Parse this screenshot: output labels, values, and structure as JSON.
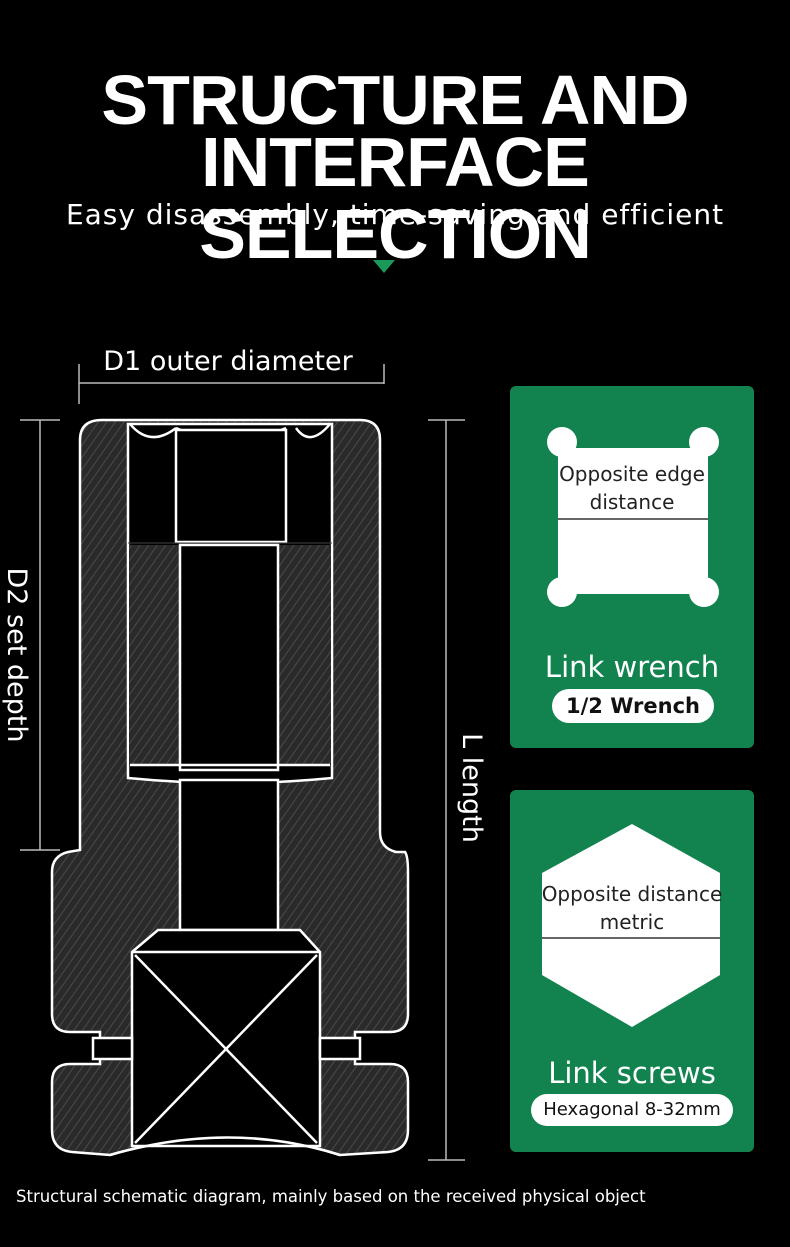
{
  "title_line1": "STRUCTURE AND",
  "title_line2": "INTERFACE SELECTION",
  "subtitle": "Easy disassembly, time-saving and efficient",
  "accent_color": "#1a9a5a",
  "card_color": "#12834f",
  "diagram": {
    "d1_label": "D1 outer diameter",
    "d2_label": "D2 set depth",
    "l_label": "L length"
  },
  "cards": [
    {
      "shape": "square-notched",
      "label_line1": "Opposite edge",
      "label_line2": "distance",
      "title": "Link wrench",
      "pill": "1/2 Wrench"
    },
    {
      "shape": "hexagon",
      "label_line1": "Opposite distance",
      "label_line2": "metric",
      "title": "Link screws",
      "pill": "Hexagonal 8-32mm"
    }
  ],
  "footer": "Structural schematic diagram, mainly based on the received physical object"
}
